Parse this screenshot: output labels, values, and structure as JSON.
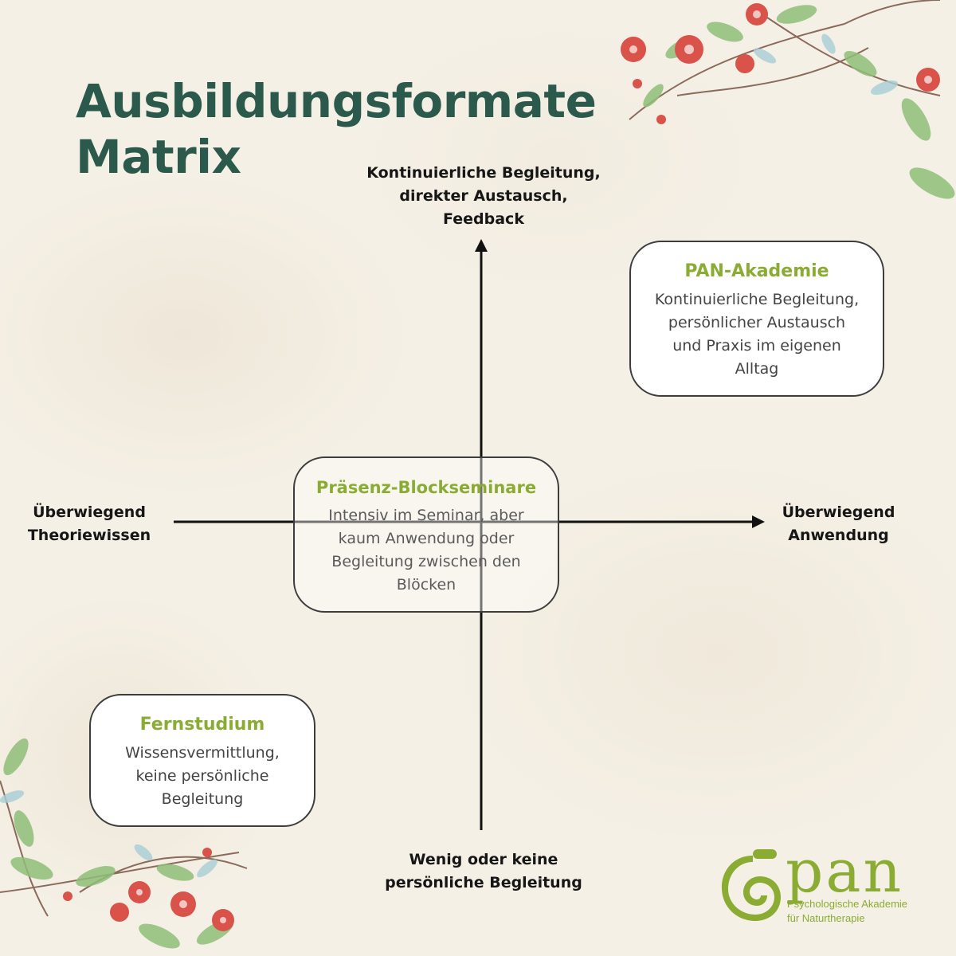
{
  "title": {
    "line1": "Ausbildungsformate",
    "line2": "Matrix"
  },
  "axes": {
    "top": [
      "Kontinuierliche Begleitung,",
      "direkter Austausch,",
      "Feedback"
    ],
    "bottom": [
      "Wenig oder keine",
      "persönliche Begleitung"
    ],
    "left": [
      "Überwiegend",
      "Theoriewissen"
    ],
    "right": [
      "Überwiegend",
      "Anwendung"
    ]
  },
  "boxes": {
    "pan": {
      "title": "PAN-Akademie",
      "lines": [
        "Kontinuierliche Begleitung,",
        "persönlicher Austausch",
        "und Praxis im eigenen",
        "Alltag"
      ]
    },
    "praesenz": {
      "title": "Präsenz-Blockseminare",
      "lines": [
        "Intensiv im Seminar, aber",
        "kaum Anwendung oder",
        "Begleitung zwischen den",
        "Blöcken"
      ]
    },
    "fern": {
      "title": "Fernstudium",
      "lines": [
        "Wissensvermittlung,",
        "keine persönliche",
        "Begleitung"
      ]
    }
  },
  "logo": {
    "wordmark": "pan",
    "subtitle": [
      "Psychologische Akademie",
      "für Naturtherapie"
    ]
  },
  "colors": {
    "title": "#2b5a4d",
    "box_title": "#8aac33",
    "axis": "#111111",
    "flower_red": "#d9534a",
    "leaf_green": "#8fbf78",
    "leaf_blue": "#a8cfd6",
    "background": "#f5f0e6"
  }
}
